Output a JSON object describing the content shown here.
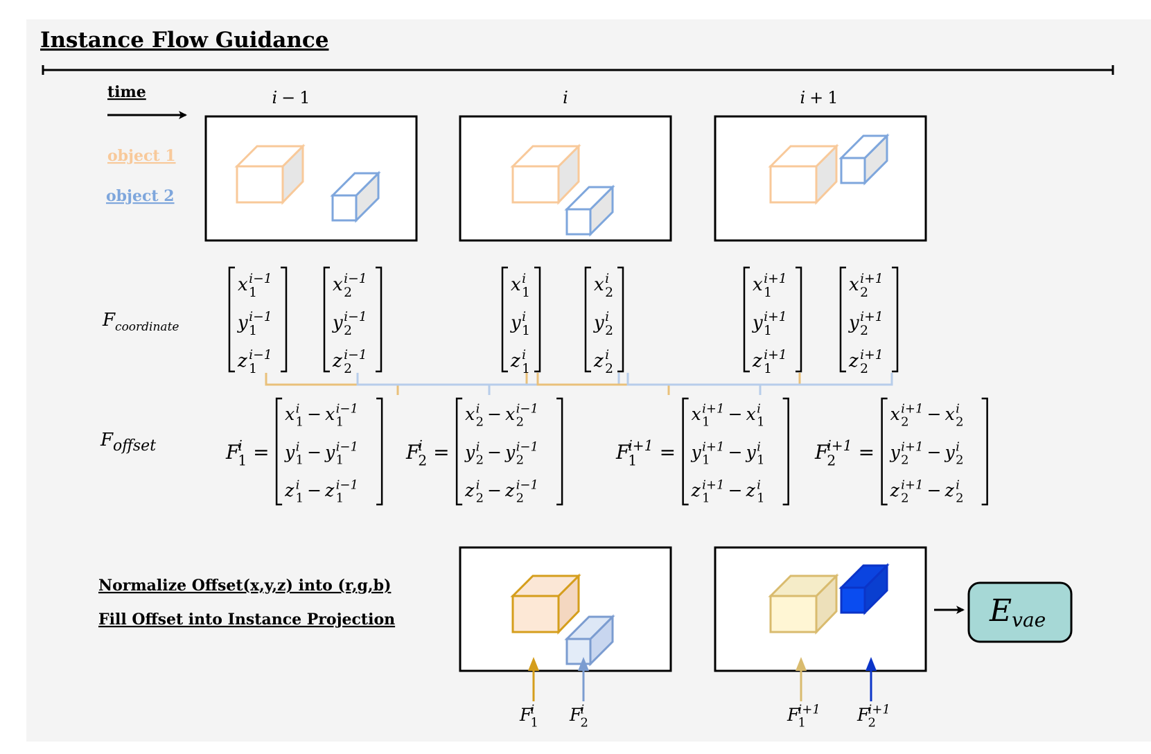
{
  "title": "Instance Flow Guidance",
  "time_label": "time",
  "legend": {
    "object1": {
      "label": "object 1",
      "color": "#f8c99a"
    },
    "object2": {
      "label": "object 2",
      "color": "#7ea6dc"
    }
  },
  "frames": [
    {
      "label_var": "i",
      "label_op": "−",
      "label_num": "1"
    },
    {
      "label_var": "i",
      "label_op": "",
      "label_num": ""
    },
    {
      "label_var": "i",
      "label_op": "+",
      "label_num": "1"
    }
  ],
  "row_labels": {
    "coordinate": {
      "base": "F",
      "sub": "coordinate"
    },
    "offset": {
      "base": "F",
      "sub": "offset"
    }
  },
  "coord_rows": [
    "x",
    "y",
    "z"
  ],
  "coord_vectors": [
    {
      "obj": "1",
      "sup": "i−1"
    },
    {
      "obj": "2",
      "sup": "i−1"
    },
    {
      "obj": "1",
      "sup": "i"
    },
    {
      "obj": "2",
      "sup": "i"
    },
    {
      "obj": "1",
      "sup": "i+1"
    },
    {
      "obj": "2",
      "sup": "i+1"
    }
  ],
  "offsets": [
    {
      "lhs": "F",
      "obj": "1",
      "sup_a": "i",
      "sup_b": "i−1"
    },
    {
      "lhs": "F",
      "obj": "2",
      "sup_a": "i",
      "sup_b": "i−1"
    },
    {
      "lhs": "F",
      "obj": "1",
      "sup_a": "i+1",
      "sup_b": "i"
    },
    {
      "lhs": "F",
      "obj": "2",
      "sup_a": "i+1",
      "sup_b": "i"
    }
  ],
  "operators": {
    "equals": "=",
    "minus": "−"
  },
  "steps": [
    "Normalize Offset(x,y,z) into (r,g,b)",
    "Fill Offset into Instance Projection"
  ],
  "bottom_arrows": [
    {
      "base": "F",
      "sub": "1",
      "sup": "i",
      "color": "#d59e1c"
    },
    {
      "base": "F",
      "sub": "2",
      "sup": "i",
      "color": "#7b9cd0"
    },
    {
      "base": "F",
      "sub": "1",
      "sup": "i+1",
      "color": "#d9bb6e"
    },
    {
      "base": "F",
      "sub": "2",
      "sup": "i+1",
      "color": "#0b34c8"
    }
  ],
  "encoder": {
    "base": "E",
    "sub": "vae",
    "color": "#a6d8d6"
  },
  "colors": {
    "orange_stroke": "#f8c99a",
    "blue_stroke": "#7ea6dc",
    "cube_side": "#e6e6e6",
    "bracket_orange": "#e9c07a",
    "bracket_blue": "#b7cdea",
    "bracket_gray": "#b8b8a8"
  }
}
